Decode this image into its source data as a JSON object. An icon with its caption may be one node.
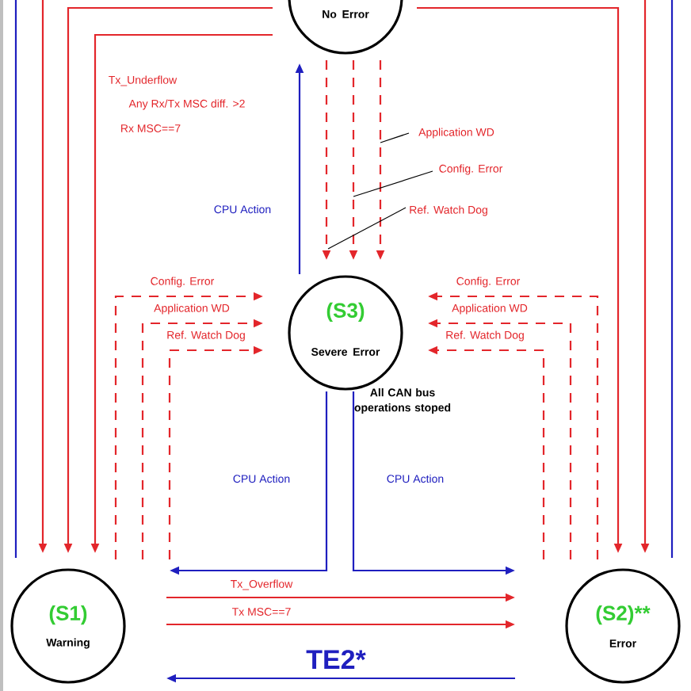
{
  "diagram": {
    "nodes": [
      {
        "text": [
          "No Error"
        ]
      },
      {
        "text": [
          "(S3)",
          "Severe Error"
        ],
        "beside": [
          "All CAN bus operations stoped"
        ]
      },
      {
        "text": [
          "(S1)",
          "Warning"
        ]
      },
      {
        "text": [
          "(S2)**",
          "Error"
        ]
      },
      {
        "text": [
          "Application WD"
        ]
      },
      {
        "text": [
          "Config. Error"
        ]
      },
      {
        "text": [
          "Ref. Watch Dog"
        ]
      }
    ],
    "edges": [
      {
        "from": 1,
        "to": 0,
        "arrow": "to",
        "label": "CPU Action",
        "color": "#1f1fbf"
      },
      {
        "from": 0,
        "to": 1,
        "arrow": "to",
        "style": "dashed"
      },
      {
        "from": 0,
        "to": 1,
        "arrow": "to",
        "style": "dashed"
      },
      {
        "from": 0,
        "to": 1,
        "arrow": "to",
        "style": "dashed"
      },
      {
        "from": 0,
        "to": 2,
        "arrow": "to"
      },
      {
        "from": 0,
        "to": 2,
        "arrow": "to"
      },
      {
        "from": 0,
        "to": 2,
        "arrow": "to"
      },
      {
        "from": 0,
        "to": 3,
        "arrow": "to"
      },
      {
        "from": 0,
        "to": 3,
        "arrow": "to"
      },
      {
        "from": 2,
        "to": 1,
        "arrow": "to",
        "label": "Config. Error",
        "style": "dashed"
      },
      {
        "from": 2,
        "to": 1,
        "arrow": "to",
        "label": "Application WD",
        "style": "dashed"
      },
      {
        "from": 2,
        "to": 1,
        "arrow": "to",
        "label": "Ref. Watch Dog",
        "style": "dashed"
      },
      {
        "from": 3,
        "to": 1,
        "arrow": "to",
        "label": "Config. Error",
        "style": "dashed"
      },
      {
        "from": 3,
        "to": 1,
        "arrow": "to",
        "label": "Application WD",
        "style": "dashed"
      },
      {
        "from": 3,
        "to": 1,
        "arrow": "to",
        "label": "Ref. Watch Dog",
        "style": "dashed"
      },
      {
        "from": 1,
        "to": 2,
        "arrow": "to",
        "label": "CPU Action",
        "color": "#1f1fbf"
      },
      {
        "from": 1,
        "to": 3,
        "arrow": "to",
        "label": "CPU Action",
        "color": "#1f1fbf"
      },
      {
        "from": 2,
        "to": 3,
        "arrow": "to",
        "label": "Tx_Overflow"
      },
      {
        "from": 2,
        "to": 3,
        "arrow": "to",
        "label": "Tx MSC==7"
      },
      {
        "from": 3,
        "to": 2,
        "arrow": "to",
        "label": "TE2*",
        "color": "#1f1fbf"
      },
      {
        "from": 2,
        "to": null,
        "arrow": "none",
        "color": "#1f1fbf"
      },
      {
        "from": 3,
        "to": null,
        "arrow": "none",
        "color": "#1f1fbf"
      },
      {
        "from": 4,
        "to": null,
        "arrow": "none",
        "color": "#000000"
      },
      {
        "from": 5,
        "to": null,
        "arrow": "none",
        "color": "#000000"
      },
      {
        "from": 6,
        "to": null,
        "arrow": "none",
        "color": "#000000"
      }
    ],
    "labels": [
      "Tx_Underflow",
      "Any Rx/Tx MSC diff. >2",
      "Rx MSC==7"
    ]
  }
}
